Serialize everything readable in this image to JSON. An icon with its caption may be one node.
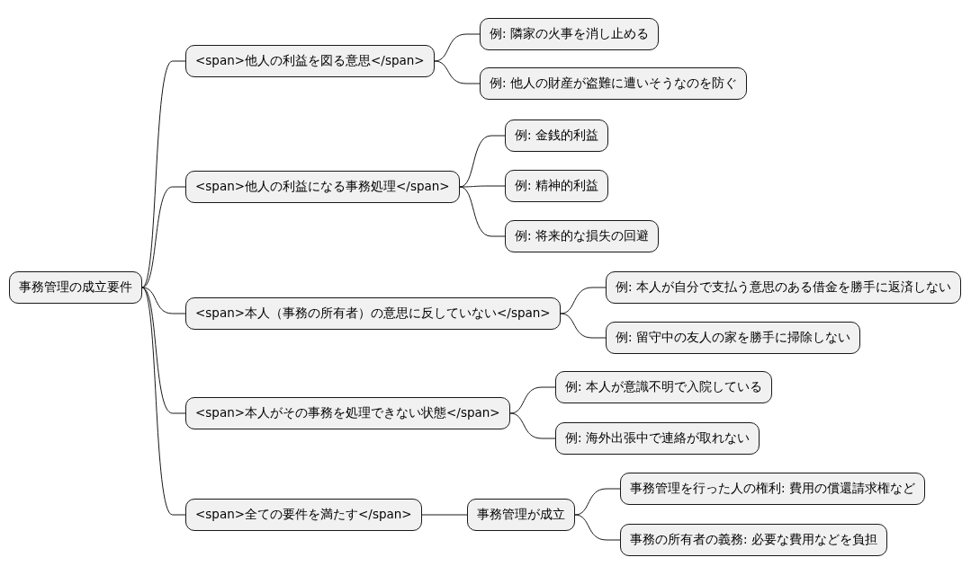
{
  "diagram": {
    "nodes": [
      {
        "text": [
          "事務管理の成立要件"
        ]
      },
      {
        "text": [
          "<span>他人の利益を図る意思</span>"
        ]
      },
      {
        "text": [
          "例: 隣家の火事を消し止める"
        ]
      },
      {
        "text": [
          "例: 他人の財産が盗難に遭いそうなのを防ぐ"
        ]
      },
      {
        "text": [
          "<span>他人の利益になる事務処理</span>"
        ]
      },
      {
        "text": [
          "例: 金銭的利益"
        ]
      },
      {
        "text": [
          "例: 精神的利益"
        ]
      },
      {
        "text": [
          "例: 将来的な損失の回避"
        ]
      },
      {
        "text": [
          "<span>本人（事務の所有者）の意思に反していない</span>"
        ]
      },
      {
        "text": [
          "例: 本人が自分で支払う意思のある借金を勝手に返済しない"
        ]
      },
      {
        "text": [
          "例: 留守中の友人の家を勝手に掃除しない"
        ]
      },
      {
        "text": [
          "<span>本人がその事務を処理できない状態</span>"
        ]
      },
      {
        "text": [
          "例: 本人が意識不明で入院している"
        ]
      },
      {
        "text": [
          "例: 海外出張中で連絡が取れない"
        ]
      },
      {
        "text": [
          "<span>全ての要件を満たす</span>"
        ]
      },
      {
        "text": [
          "事務管理が成立"
        ]
      },
      {
        "text": [
          "事務管理を行った人の権利: 費用の償還請求権など"
        ]
      },
      {
        "text": [
          "事務の所有者の義務: 必要な費用などを負担"
        ]
      }
    ],
    "edges": [
      {
        "from": 0,
        "to": 1,
        "arrow": "none"
      },
      {
        "from": 1,
        "to": 2,
        "arrow": "none"
      },
      {
        "from": 1,
        "to": 3,
        "arrow": "none"
      },
      {
        "from": 0,
        "to": 4,
        "arrow": "none"
      },
      {
        "from": 4,
        "to": 5,
        "arrow": "none"
      },
      {
        "from": 4,
        "to": 6,
        "arrow": "none"
      },
      {
        "from": 4,
        "to": 7,
        "arrow": "none"
      },
      {
        "from": 0,
        "to": 8,
        "arrow": "none"
      },
      {
        "from": 8,
        "to": 9,
        "arrow": "none"
      },
      {
        "from": 8,
        "to": 10,
        "arrow": "none"
      },
      {
        "from": 0,
        "to": 11,
        "arrow": "none"
      },
      {
        "from": 11,
        "to": 12,
        "arrow": "none"
      },
      {
        "from": 11,
        "to": 13,
        "arrow": "none"
      },
      {
        "from": 0,
        "to": 14,
        "arrow": "none"
      },
      {
        "from": 14,
        "to": 15,
        "arrow": "none"
      },
      {
        "from": 15,
        "to": 16,
        "arrow": "none"
      },
      {
        "from": 15,
        "to": 17,
        "arrow": "none"
      }
    ]
  }
}
